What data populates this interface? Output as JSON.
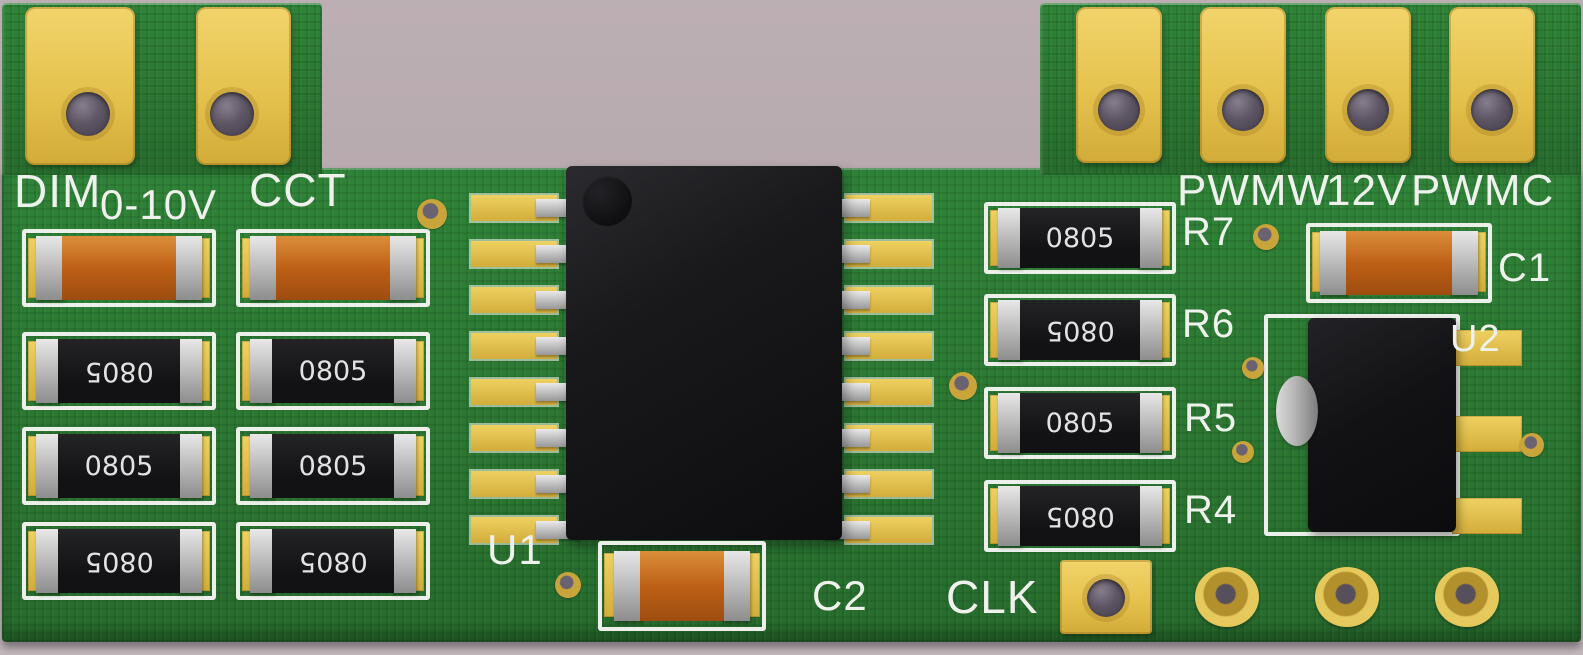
{
  "scene": {
    "background_color": "#b4a7ab",
    "board_color": "#2d7c34",
    "pad_color": "#e8ca54",
    "silkscreen_color": "#eef1ec",
    "chip_body_color": "#17171a",
    "capacitor_color": "#bc5f16",
    "terminal_color": "#c2c2c2",
    "hole_color": "#5d5563"
  },
  "silkscreen": {
    "connector_labels_left": [
      "DIM",
      "0-10V",
      "CCT"
    ],
    "connector_labels_right": [
      "PWMW",
      "12V",
      "PWMC"
    ],
    "resistor_refs": [
      "R7",
      "R6",
      "R5",
      "R4"
    ],
    "designators": {
      "u1": "U1",
      "u2": "U2",
      "c1": "C1",
      "c2": "C2",
      "clk": "CLK"
    }
  },
  "components": {
    "smd_marking": "0805"
  }
}
